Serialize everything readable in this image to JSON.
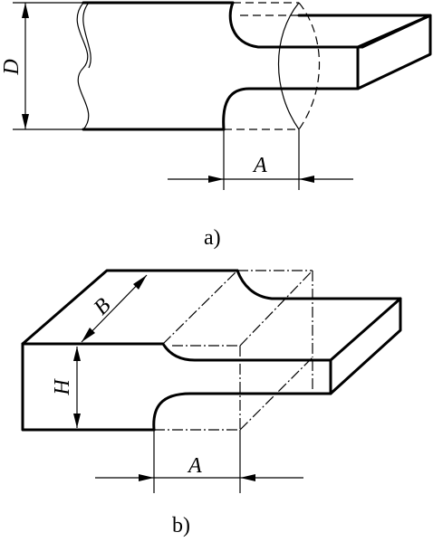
{
  "figure_a": {
    "dim_diameter": "D",
    "dim_length": "A",
    "caption": "a)"
  },
  "figure_b": {
    "dim_width": "B",
    "dim_height": "H",
    "dim_length": "A",
    "caption": "b)"
  }
}
